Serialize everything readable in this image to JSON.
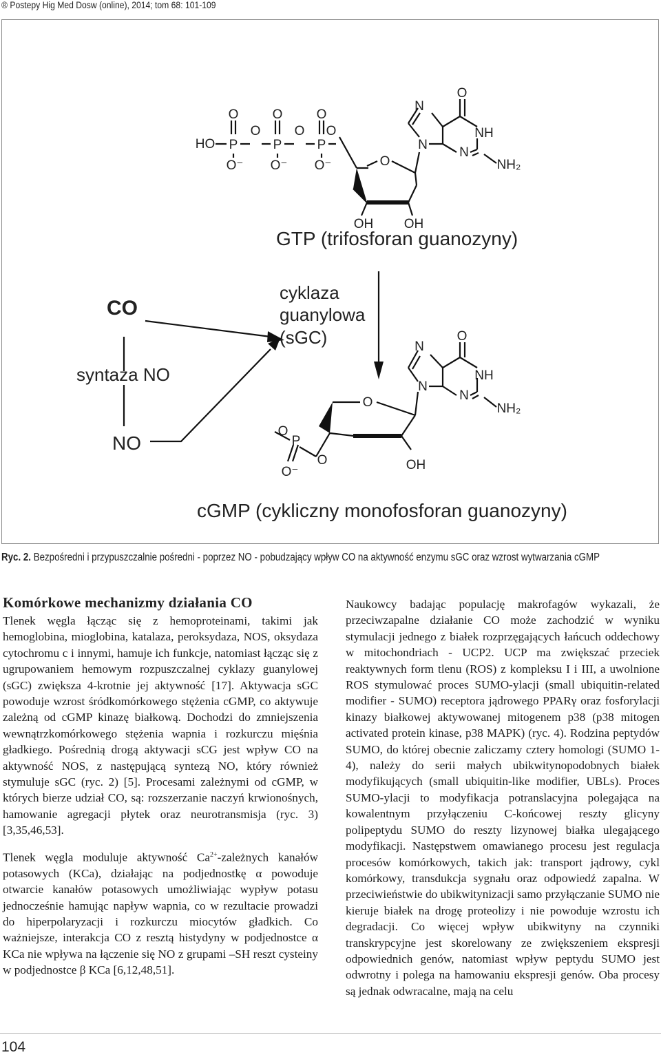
{
  "header": {
    "mark": "®",
    "journal": "Postepy Hig Med Dosw (online), 2014; tom 68: 101-109"
  },
  "figure": {
    "gtp_label": "GTP (trifosforan guanozyny)",
    "cgmp_label": "cGMP (cykliczny monofosforan guanozyny)",
    "enzyme_label_1": "cyklaza",
    "enzyme_label_2": "guanylowa",
    "enzyme_label_3": "(sGC)",
    "co_label": "CO",
    "no_synthase_label": "syntaza NO",
    "no_label": "NO",
    "atoms": {
      "ho": "HO",
      "p": "P",
      "o": "O",
      "o_minus": "O⁻",
      "n": "N",
      "nh": "NH",
      "nh2": "NH₂",
      "oh": "OH"
    }
  },
  "caption": {
    "label": "Ryc. 2.",
    "text": "Bezpośredni i przypuszczalnie pośredni - poprzez NO - pobudzający wpływ CO na aktywność enzymu sGC oraz wzrost wytwarzania cGMP"
  },
  "section": {
    "title": "Komórkowe mechanizmy działania CO"
  },
  "left_column": {
    "p1": "Tlenek węgla łącząc się z hemoproteinami, takimi jak hemoglobina, mioglobina, katalaza, peroksydaza, NOS, oksydaza cytochromu c i innymi, hamuje ich funkcje, natomiast łącząc się z ugrupowaniem hemowym rozpuszczalnej cyklazy guanylowej (sGC) zwiększa 4-krotnie jej aktywność [17]. Aktywacja sGC powoduje wzrost śródkomórkowego stężenia cGMP, co aktywuje zależną od cGMP kinazę białkową. Dochodzi do zmniejszenia wewnątrzkomórkowego stężenia wapnia i rozkurczu mięśnia gładkiego. Pośrednią drogą aktywacji sCG jest wpływ CO na aktywność NOS, z następującą syntezą NO, który również stymuluje sGC (ryc. 2) [5]. Procesami zależnymi od cGMP, w których bierze udział CO, są: rozszerzanie naczyń krwionośnych, hamowanie agregacji płytek oraz neurotransmisja (ryc. 3) [3,35,46,53].",
    "p2_before_sup": "Tlenek węgla moduluje aktywność Ca",
    "p2_sup": "2+",
    "p2_after_sup": "-zależnych kanałów potasowych (KCa), działając na podjednostkę α powoduje otwarcie kanałów potasowych umożliwiając wypływ potasu jednocześnie hamując napływ wapnia, co w rezultacie prowadzi do hiperpolaryzacji i rozkurczu miocytów gładkich. Co ważniejsze, interakcja CO z resztą histydyny w podjednostce α KCa nie wpływa na łączenie się NO z grupami –SH reszt cysteiny w podjednostce β KCa [6,12,48,51]."
  },
  "right_column": {
    "p1": "Naukowcy badając populację makrofagów wykazali, że przeciwzapalne działanie CO może zachodzić w wyniku stymulacji jednego z białek rozprzęgających łańcuch oddechowy w mitochondriach - UCP2. UCP ma zwiększać przeciek reaktywnych form tlenu (ROS) z kompleksu I i III, a uwolnione ROS stymulować proces SUMO-ylacji (small ubiquitin-related modifier - SUMO) receptora jądrowego PPARγ oraz fosforylacji kinazy białkowej aktywowanej mitogenem p38 (p38 mitogen activated protein kinase, p38 MAPK) (ryc. 4). Rodzina peptydów SUMO, do której obecnie zaliczamy cztery homologi (SUMO 1-4), należy do serii małych ubikwitynopodobnych białek modyfikujących (small ubiquitin-like modifier, UBLs). Proces SUMO-ylacji to modyfikacja potranslacyjna polegająca na kowalentnym przyłączeniu C-końcowej reszty glicyny polipeptydu SUMO do reszty lizynowej białka ulegającego modyfikacji. Następstwem omawianego procesu jest regulacja procesów komórkowych, takich jak: transport jądrowy, cykl komórkowy, transdukcja sygnału oraz odpowiedź zapalna. W przeciwieństwie do ubikwitynizacji samo przyłączanie SUMO nie kieruje białek na drogę proteolizy i nie powoduje wzrostu ich degradacji. Co więcej wpływ ubikwityny na czynniki transkrypcyjne jest skorelowany ze zwiększeniem ekspresji odpowiednich genów, natomiast wpływ peptydu SUMO jest odwrotny i polega na hamowaniu ekspresji genów. Oba procesy są jednak odwracalne, mają na celu"
  },
  "footer": {
    "page_number": "104"
  }
}
